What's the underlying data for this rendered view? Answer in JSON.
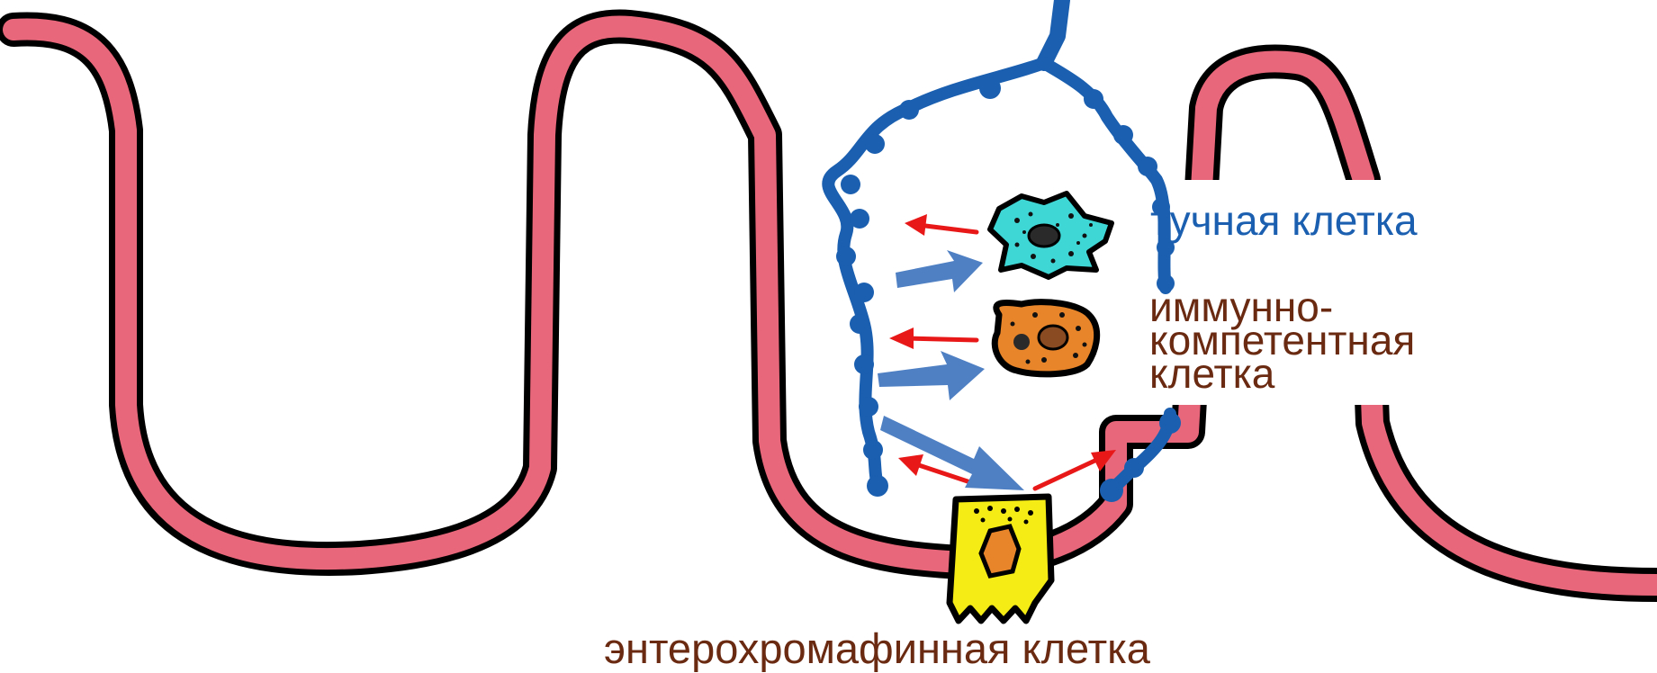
{
  "labels": {
    "mast_cell": "тучная клетка",
    "immune_cell_line1": "иммунно-",
    "immune_cell_line2": "компетентная",
    "immune_cell_line3": "клетка",
    "enterochromaffin_cell": "энтерохромафинная клетка"
  },
  "colors": {
    "epithelium_fill": "#e9677a",
    "epithelium_outline": "#000000",
    "vessel": "#1a5fb0",
    "mast_cell_fill": "#3fd6d6",
    "immune_cell_fill": "#e8852a",
    "enterochromaffin_fill": "#f4ec14",
    "red_arrow": "#e81818",
    "blue_arrow": "#4f80c4",
    "mast_label": "#1a5fb0",
    "immune_label": "#6a2a12",
    "entero_label": "#6a2a12"
  },
  "icons": {
    "mast_cell": "mast-cell-icon",
    "immune_cell": "immune-cell-icon",
    "enterochromaffin_cell": "enterochromaffin-cell-icon"
  }
}
